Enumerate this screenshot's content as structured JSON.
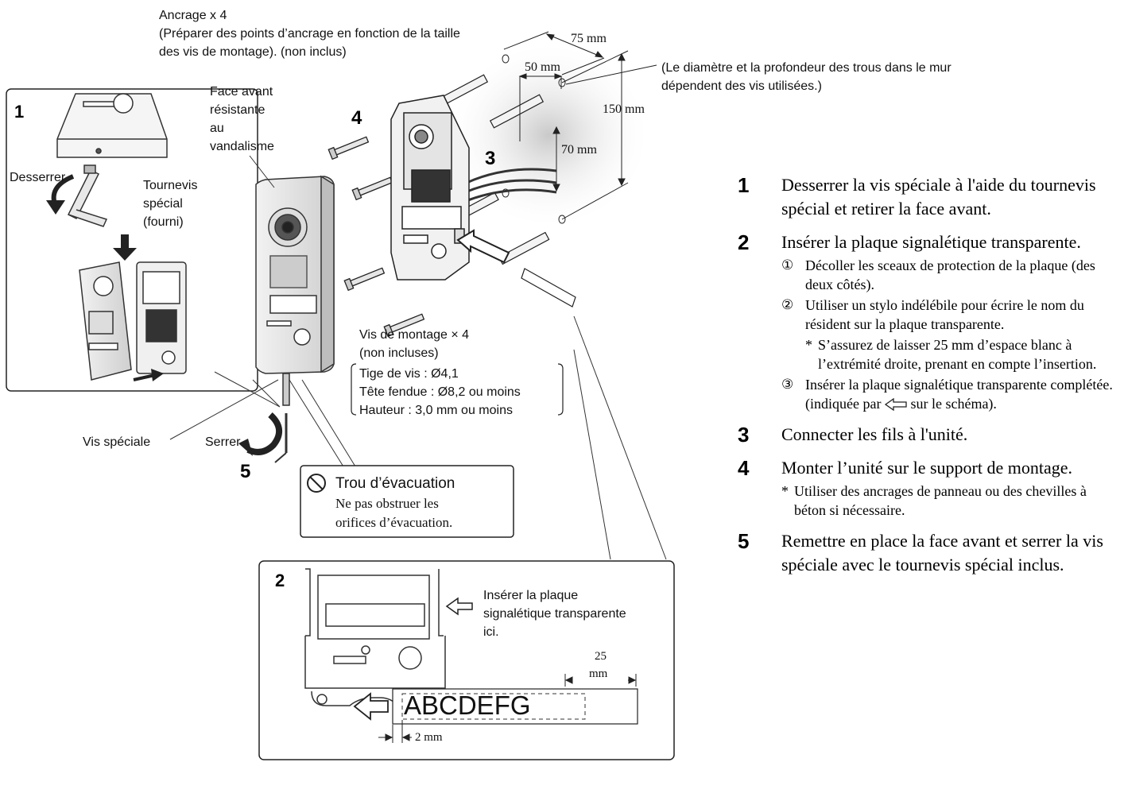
{
  "callouts": {
    "anchor_line1": "Ancrage x 4",
    "anchor_line2": "(Préparer des points d’ancrage en fonction de la taille",
    "anchor_line3": "des vis de montage). (non inclus)",
    "hole_note_line1": "(Le diamètre et la profondeur des trous dans le mur",
    "hole_note_line2": "dépendent des vis utilisées.)",
    "front_line1": "Face avant",
    "front_line2": "résistante",
    "front_line3": "au",
    "front_line4": "vandalisme",
    "loosen": "Desserrer",
    "screwdriver_line1": "Tournevis",
    "screwdriver_line2": "spécial",
    "screwdriver_line3": "(fourni)",
    "special_screw": "Vis spéciale",
    "tighten": "Serrer",
    "mount_screws_line1": "Vis de montage × 4",
    "mount_screws_line2": "(non incluses)",
    "spec_line1": "Tige de vis : Ø4,1",
    "spec_line2": "Tête fendue : Ø8,2 ou moins",
    "spec_line3": "Hauteur : 3,0 mm ou moins",
    "drain_title": "Trou d’évacuation",
    "drain_line1": "Ne pas obstruer les",
    "drain_line2": "orifices d’évacuation.",
    "insert_line1": "Insérer la plaque",
    "insert_line2": "signalétique transparente",
    "insert_line3": "ici.",
    "nameplate_text": "ABCDEFG"
  },
  "dimensions": {
    "d75": "75 mm",
    "d50": "50 mm",
    "d150": "150 mm",
    "d70": "70 mm",
    "d25_top": "25",
    "d25_bot": "mm",
    "d2": "2 mm"
  },
  "step_markers": [
    "1",
    "2",
    "3",
    "4",
    "5"
  ],
  "instructions": {
    "s1_num": "1",
    "s1_text": "Desserrer la vis spéciale à l'aide du tournevis spécial et retirer la face avant.",
    "s2_num": "2",
    "s2_text": "Insérer la plaque signalétique transparente.",
    "s2a_mark": "①",
    "s2a_text": "Décoller les sceaux de protection de la plaque (des deux côtés).",
    "s2b_mark": "②",
    "s2b_text": "Utiliser un stylo indélébile pour écrire le nom du résident sur la plaque transparente.",
    "s2b_note": "S’assurez de laisser 25 mm d’espace blanc à l’extrémité droite, prenant en compte l’insertion.",
    "s2c_mark": "③",
    "s2c_text1": "Insérer la plaque signalétique transparente complétée.",
    "s2c_text2a": "(indiquée par",
    "s2c_text2b": "sur le schéma).",
    "s3_num": "3",
    "s3_text": "Connecter les fils à l'unité.",
    "s4_num": "4",
    "s4_text": "Monter l’unité sur le support de montage.",
    "s4_note": "Utiliser des ancrages de panneau ou des chevilles à béton si nécessaire.",
    "s5_num": "5",
    "s5_text": "Remettre en place la face avant et serrer la vis spéciale avec le tournevis spécial inclus.",
    "star": "*"
  }
}
